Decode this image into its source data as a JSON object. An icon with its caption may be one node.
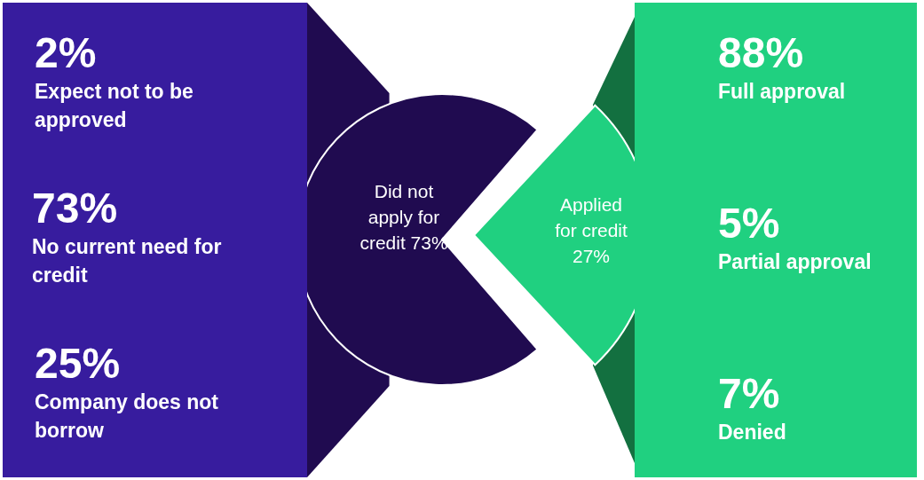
{
  "diagram": {
    "nodes": [
      {
        "text": [],
        "shape": "box"
      },
      {
        "text": [
          "2%",
          "Expect not to be approved"
        ],
        "in": 0
      },
      {
        "text": [
          "73%",
          "No current need for credit"
        ],
        "in": 0
      },
      {
        "text": [
          "25%",
          "Company does not borrow"
        ],
        "in": 0
      },
      {
        "text": [
          "Did not apply for credit 73%"
        ]
      },
      {
        "text": [
          "Applied for credit 27%"
        ]
      },
      {
        "text": [],
        "shape": "box"
      },
      {
        "text": [
          "88%",
          "Full approval"
        ],
        "in": 6
      },
      {
        "text": [
          "5%",
          "Partial approval"
        ],
        "in": 6
      },
      {
        "text": [
          "7%",
          "Denied"
        ],
        "in": 6
      }
    ],
    "edges": [
      {
        "from": 4,
        "to": 0,
        "arrow": "none",
        "color": "#200b50"
      },
      {
        "from": 5,
        "to": 6,
        "arrow": "none",
        "color": "#137040"
      }
    ]
  }
}
